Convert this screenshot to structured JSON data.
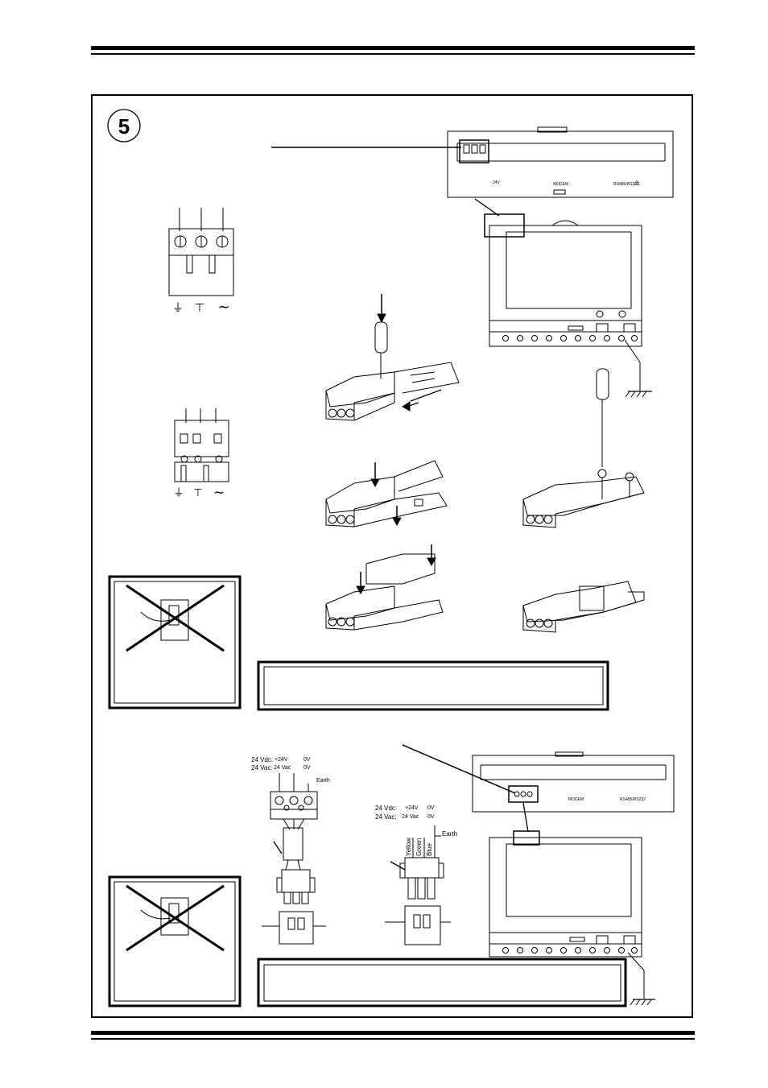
{
  "step": {
    "number": "5"
  },
  "terminal_symbols": {
    "earth": "⏚",
    "ground": "⊤",
    "ac": "∼"
  },
  "device_labels": {
    "power": "24V",
    "modem": "MODEM",
    "rs": "RS485/RS232",
    "warning": "⚠"
  },
  "wiring_left": {
    "vdc_label": "24 Vdc:",
    "vdc_plus": "+24V",
    "vdc_zero": "0V",
    "vac_label": "24 Vac:",
    "vac_value": "24 Vac",
    "vac_zero": "0V",
    "earth": "Earth"
  },
  "wiring_right": {
    "vdc_label": "24 Vdc:",
    "vdc_plus": "+24V",
    "vdc_zero": "0V",
    "vac_label": "24 Vac:",
    "vac_value": "24 Vac",
    "vac_zero": "0V",
    "earth": "Earth",
    "wire_yellow": "Yellow",
    "wire_green": "Green",
    "wire_blue": "Blue"
  },
  "colors": {
    "ink": "#000000",
    "paper": "#ffffff"
  }
}
